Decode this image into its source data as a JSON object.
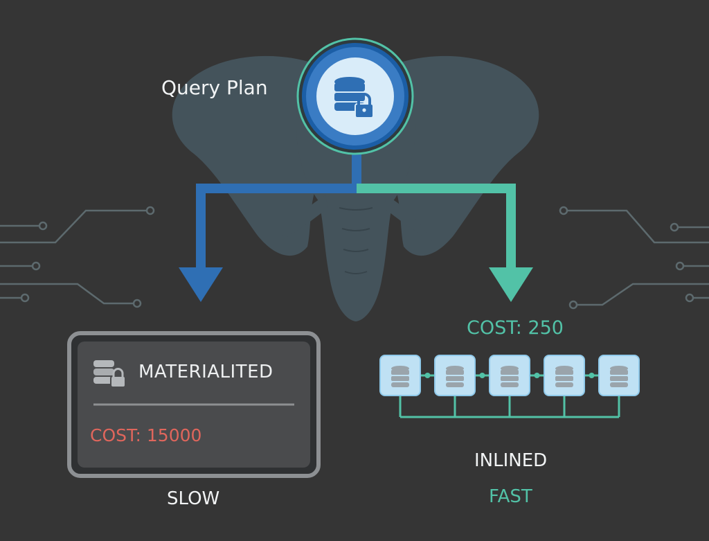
{
  "title": "Query Plan",
  "slow_path": {
    "strategy": "MATERIALITED",
    "cost": "COST: 15000",
    "verdict": "SLOW",
    "color": "#2f6fb4"
  },
  "fast_path": {
    "strategy": "INLINED",
    "cost": "COST: 250",
    "verdict": "FAST",
    "color": "#52c2a7",
    "node_count": 5
  },
  "icons": {
    "root": "database-lock-icon",
    "slow": "stacked-database-lock-icon",
    "fast_nodes": "database-icon",
    "background": "elephant-icon"
  },
  "colors": {
    "background": "#353535",
    "elephant": "#44535b",
    "slow_cost": "#e0665c",
    "fast_cost": "#52c2a7",
    "node_fill": "#bfe1f4"
  }
}
